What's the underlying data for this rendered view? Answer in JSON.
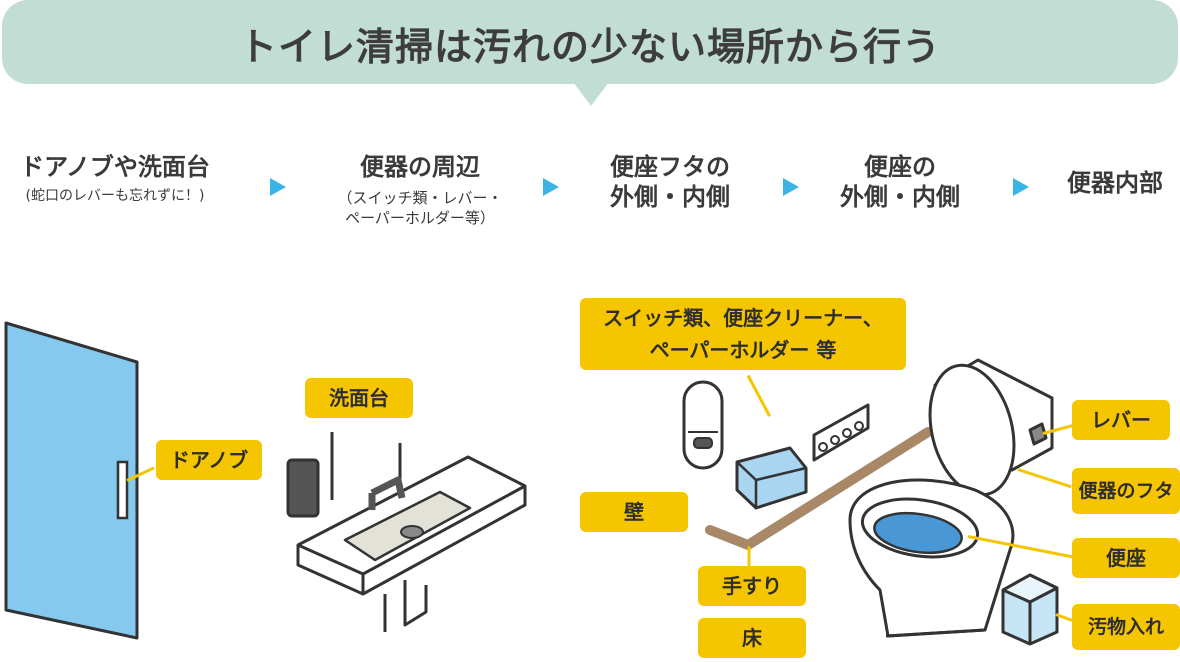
{
  "header": {
    "title": "トイレ清掃は汚れの少ない場所から行う"
  },
  "steps": [
    {
      "main": "ドアノブや洗面台",
      "note": "(蛇口のレバーも忘れずに！)"
    },
    {
      "main": "便器の周辺",
      "note": "（スイッチ類・レバー・\nペーパーホルダー等）"
    },
    {
      "main": "便座フタの\n外側・内側",
      "note": ""
    },
    {
      "main": "便座の\n外側・内側",
      "note": ""
    },
    {
      "main": "便器内部",
      "note": ""
    }
  ],
  "labels": {
    "door_knob": "ドアノブ",
    "washbasin": "洗面台",
    "switches": "スイッチ類、便座クリーナー、\nペーパーホルダー 等",
    "wall": "壁",
    "handrail": "手すり",
    "floor": "床",
    "lever": "レバー",
    "lid": "便器のフタ",
    "seat": "便座",
    "waste_bin": "汚物入れ"
  },
  "colors": {
    "banner": "#c2ddd3",
    "tag": "#f5c500",
    "arrow": "#3ab4e6",
    "door": "#86c9ee",
    "water": "#4a97d6"
  }
}
